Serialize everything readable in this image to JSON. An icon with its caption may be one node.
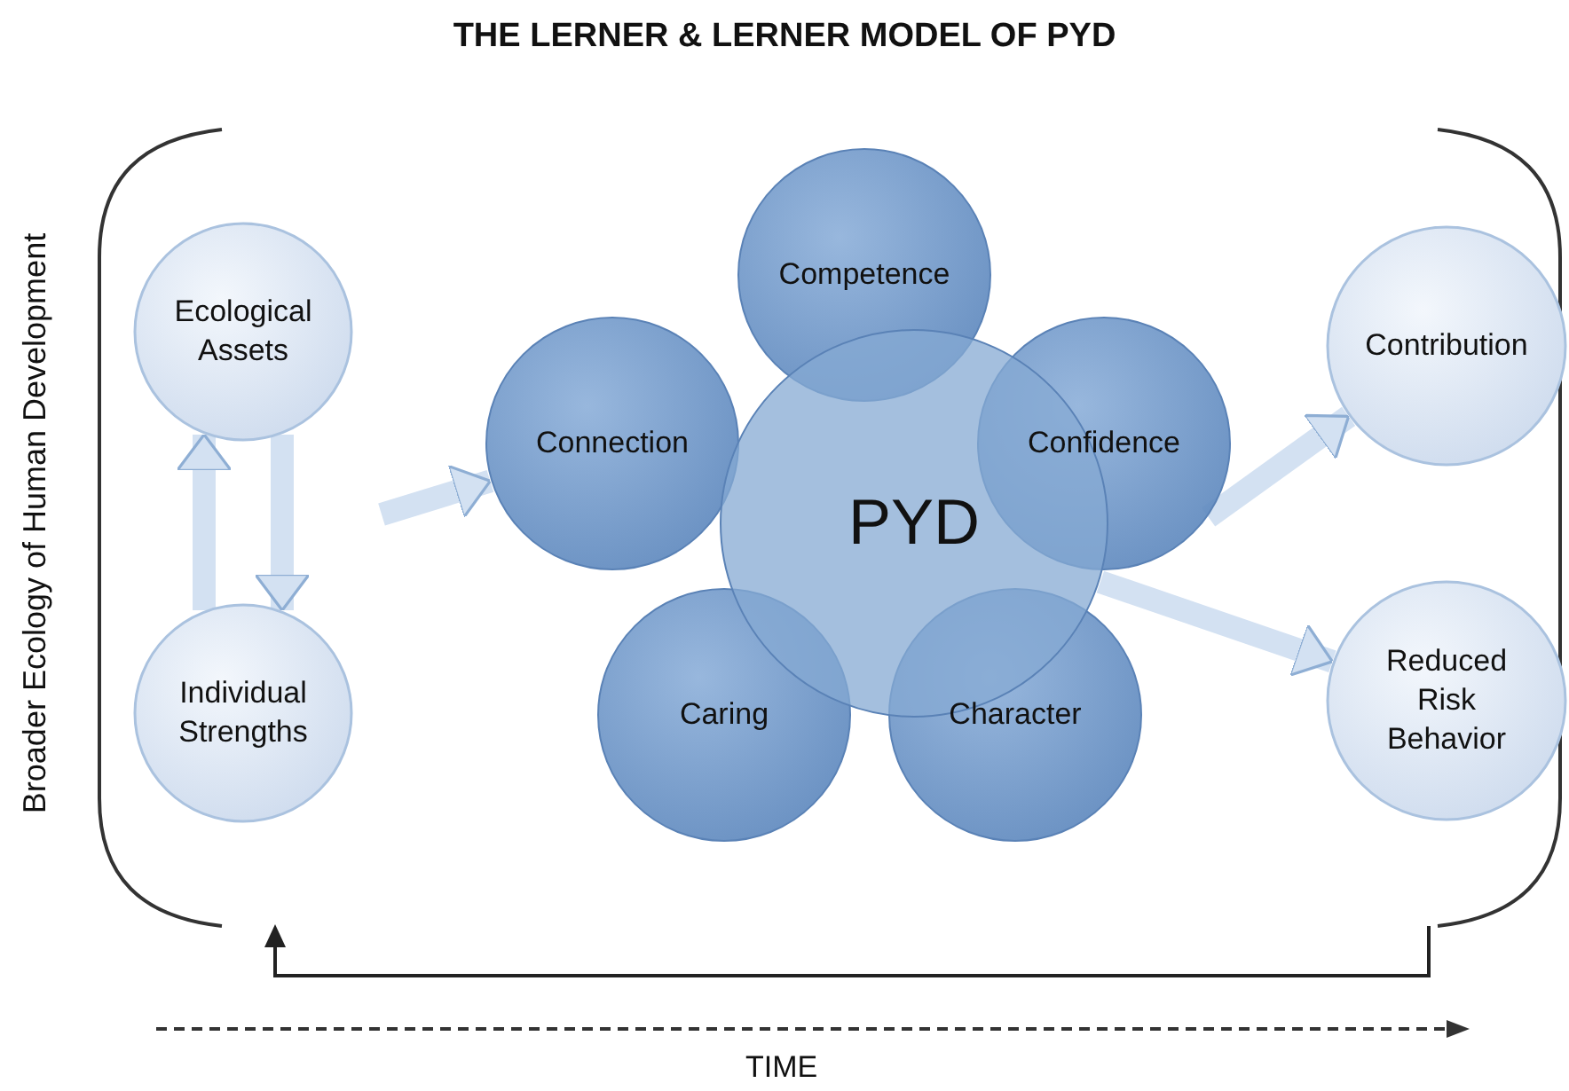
{
  "diagram": {
    "title": "THE LERNER & LERNER MODEL OF PYD",
    "nodes": [
      {
        "text": [
          "Ecological Assets"
        ]
      },
      {
        "text": [
          "Individual Strengths"
        ]
      },
      {
        "text": [
          "Competence"
        ]
      },
      {
        "text": [
          "Connection"
        ]
      },
      {
        "text": [
          "PYD"
        ]
      },
      {
        "text": [
          "Confidence"
        ]
      },
      {
        "text": [
          "Caring"
        ]
      },
      {
        "text": [
          "Character"
        ]
      },
      {
        "text": [
          "Contribution"
        ]
      },
      {
        "text": [
          "Reduced Risk Behavior"
        ]
      }
    ],
    "edges": [
      {
        "from": 0,
        "to": 1,
        "arrow": "to"
      },
      {
        "from": 1,
        "to": 0,
        "arrow": "to"
      },
      {
        "from": null,
        "to": 3,
        "arrow": "to"
      },
      {
        "from": 5,
        "to": 8,
        "arrow": "to"
      },
      {
        "from": 4,
        "to": 9,
        "arrow": "to"
      }
    ],
    "labels": [
      "Broader Ecology of Human Development",
      "TIME"
    ]
  }
}
